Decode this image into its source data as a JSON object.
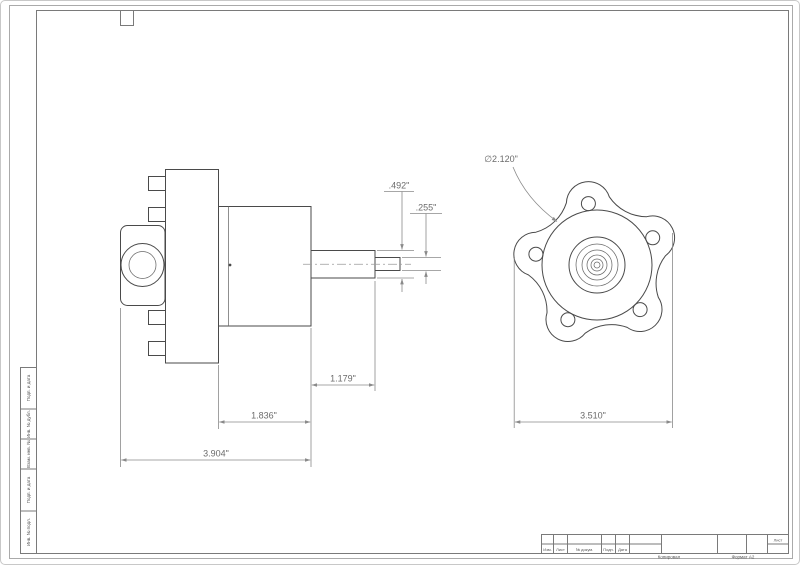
{
  "dims": {
    "d492": ".492\"",
    "d255": ".255\"",
    "d1179": "1.179\"",
    "d1836": "1.836\"",
    "d3904": "3.904\"",
    "d2120": "∅2.120\"",
    "d3510": "3.510\""
  },
  "sheet": {
    "margin_blocks": [
      "Подп. и дата",
      "Инв. № дубл.",
      "Взам. инв. №",
      "Подп. и дата",
      "Инв. № подл."
    ],
    "title_block": {
      "izm": "Изм.",
      "list": "Лист",
      "doc": "№ докум.",
      "podp": "Подп.",
      "data": "Дата",
      "sheet": "Лист",
      "copied": "Копировал",
      "format": "Формат A2"
    }
  }
}
